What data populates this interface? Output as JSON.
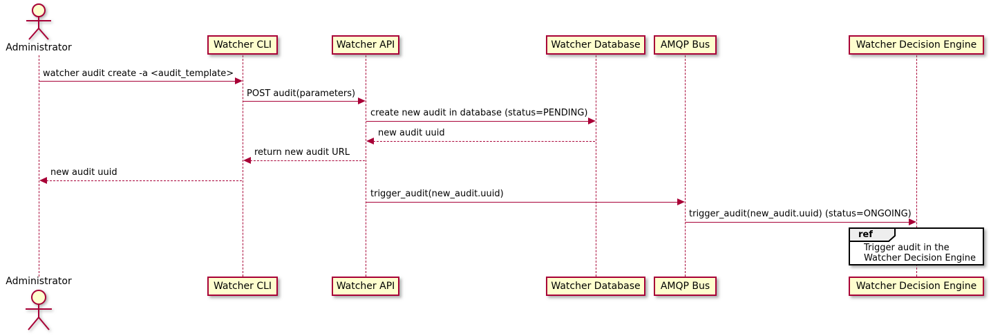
{
  "actor": {
    "name": "Administrator"
  },
  "participants": [
    {
      "name": "Watcher CLI"
    },
    {
      "name": "Watcher API"
    },
    {
      "name": "Watcher Database"
    },
    {
      "name": "AMQP Bus"
    },
    {
      "name": "Watcher Decision Engine"
    }
  ],
  "messages": [
    {
      "from": "Administrator",
      "to": "Watcher CLI",
      "type": "call",
      "label": "watcher audit create -a <audit_template>"
    },
    {
      "from": "Watcher CLI",
      "to": "Watcher API",
      "type": "call",
      "label": "POST audit(parameters)"
    },
    {
      "from": "Watcher API",
      "to": "Watcher Database",
      "type": "call",
      "label": "create new audit in database (status=PENDING)"
    },
    {
      "from": "Watcher Database",
      "to": "Watcher API",
      "type": "return",
      "label": "new audit uuid"
    },
    {
      "from": "Watcher API",
      "to": "Watcher CLI",
      "type": "return",
      "label": "return new audit URL"
    },
    {
      "from": "Watcher CLI",
      "to": "Administrator",
      "type": "return",
      "label": "new audit uuid"
    },
    {
      "from": "Watcher API",
      "to": "AMQP Bus",
      "type": "call",
      "label": "trigger_audit(new_audit.uuid)"
    },
    {
      "from": "AMQP Bus",
      "to": "Watcher Decision Engine",
      "type": "call",
      "label": "trigger_audit(new_audit.uuid) (status=ONGOING)"
    }
  ],
  "ref": {
    "keyword": "ref",
    "lines": [
      "Trigger audit in the",
      "Watcher Decision Engine"
    ]
  },
  "colors": {
    "border": "#A80036",
    "participant_fill": "#FEFECE",
    "ref_border": "#000000",
    "ref_header_fill": "#EEEEEE",
    "text": "#000000",
    "background": "#FFFFFF"
  }
}
